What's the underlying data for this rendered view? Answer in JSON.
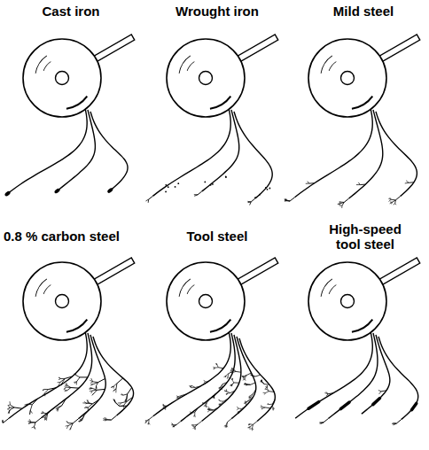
{
  "diagram": {
    "labels": [
      "Cast iron",
      "Wrought iron",
      "Mild steel",
      "0.8 % carbon steel",
      "Tool steel",
      "High-speed tool steel"
    ]
  }
}
